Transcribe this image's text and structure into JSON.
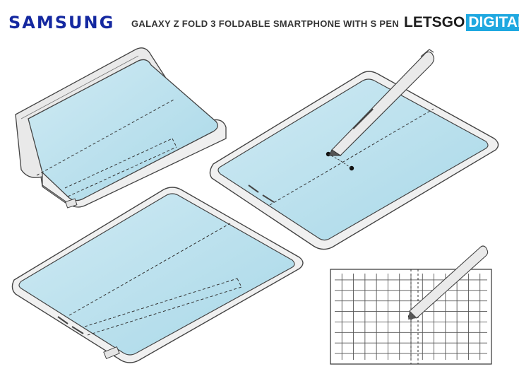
{
  "header": {
    "brand": "SAMSUNG",
    "title": "GALAXY Z FOLD 3 FOLDABLE SMARTPHONE WITH S PEN",
    "logo_part1": "LETSGO",
    "logo_part2": "DIGITAL"
  },
  "colors": {
    "brand_blue": "#1428a0",
    "logo_accent": "#1fa8e0",
    "screen_fill": "#bfe3ee",
    "device_body": "#f1f1f1",
    "outline": "#444444",
    "grid_line": "#555555"
  }
}
